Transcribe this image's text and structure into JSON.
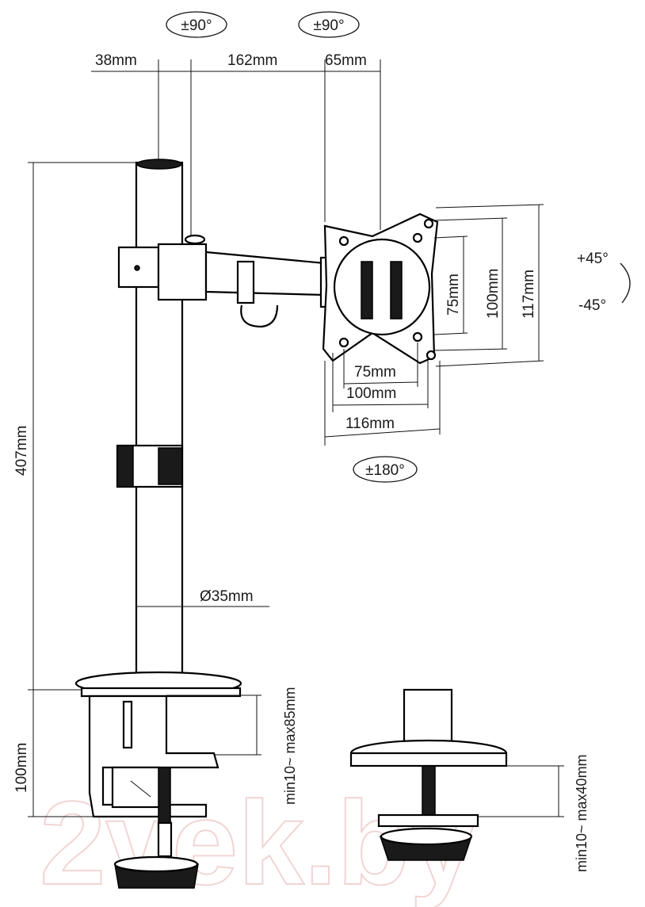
{
  "labels": {
    "rot_arm": "±90°",
    "rot_pole": "±90°",
    "rot_plate": "±180°",
    "tilt_up": "+45°",
    "tilt_down": "-45°",
    "dim_38": "38mm",
    "dim_162": "162mm",
    "dim_65": "65mm",
    "dim_407": "407mm",
    "dim_d35": "Ø35mm",
    "vesa_75h": "75mm",
    "vesa_100h": "100mm",
    "vesa_117": "117mm",
    "vesa_75w": "75mm",
    "vesa_100w": "100mm",
    "vesa_116": "116mm",
    "clamp_100": "100mm",
    "clamp_range": "min10~ max85mm",
    "grommet_range": "min10~ max40mm"
  },
  "watermark": "2vek.by",
  "colors": {
    "line": "#111111",
    "watermark": "#e8b8b8"
  }
}
